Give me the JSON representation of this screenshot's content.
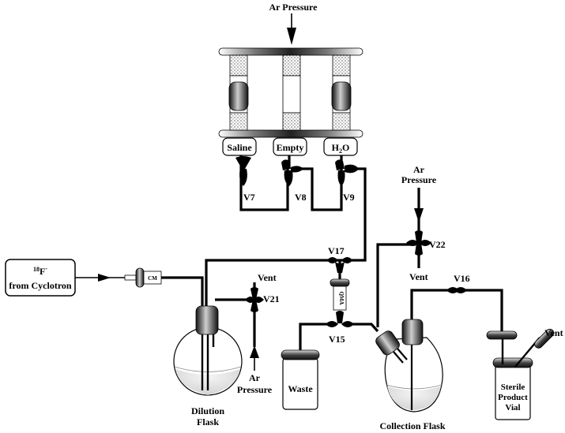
{
  "diagram": {
    "inputs": {
      "ar_top": "Ar Pressure",
      "ar_right_1": "Ar",
      "ar_right_2": "Pressure",
      "ar_left_1": "Ar",
      "ar_left_2": "Pressure"
    },
    "reservoirs": [
      {
        "label": "Saline"
      },
      {
        "label": "Empty"
      },
      {
        "label_main": "H",
        "label_sub": "2",
        "label_tail": "O"
      }
    ],
    "source": {
      "isotope_sup": "18",
      "isotope": "F",
      "isotope_charge": "-",
      "line2": "from Cyclotron"
    },
    "cartridges": {
      "cm": "CM",
      "qma": "QMA"
    },
    "valves": {
      "v7": "V7",
      "v8": "V8",
      "v9": "V9",
      "v15": "V15",
      "v16": "V16",
      "v17": "V17",
      "v21": "V21",
      "v22": "V22"
    },
    "vents": {
      "v21_vent": "Vent",
      "v22_vent": "Vent",
      "vial_vent": "Vent"
    },
    "vessels": {
      "dilution_1": "Dilution",
      "dilution_2": "Flask",
      "waste": "Waste",
      "collection": "Collection Flask",
      "vial_1": "Sterile",
      "vial_2": "Product",
      "vial_3": "Vial"
    }
  }
}
